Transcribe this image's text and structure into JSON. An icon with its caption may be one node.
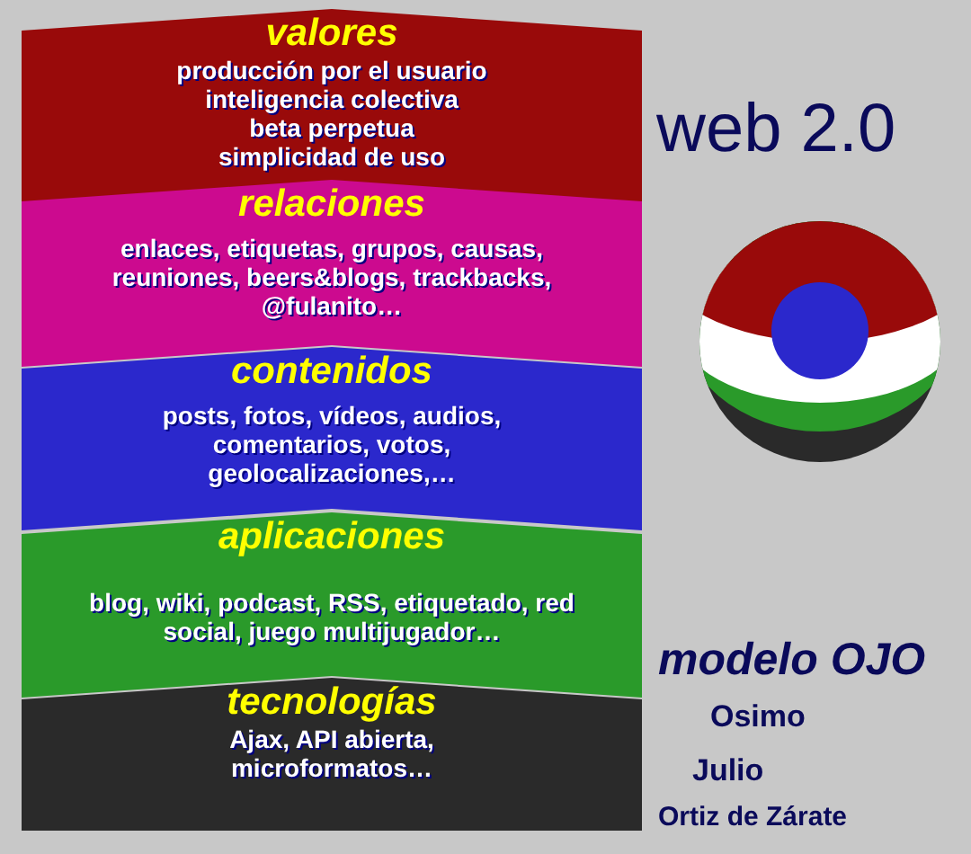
{
  "diagram": {
    "nodes": [
      {
        "text": [
          "valores",
          "producción por el usuario",
          "inteligencia colectiva",
          "beta perpetua",
          "simplicidad de uso"
        ]
      },
      {
        "text": [
          "relaciones",
          "enlaces, etiquetas, grupos, causas, reuniones, beers&blogs, trackbacks, @fulanito…"
        ]
      },
      {
        "text": [
          "contenidos",
          "posts, fotos, vídeos, audios, comentarios, votos, geolocalizaciones,…"
        ]
      },
      {
        "text": [
          "aplicaciones",
          "blog, wiki, podcast, RSS, etiquetado, red social, juego multijugador…"
        ]
      },
      {
        "text": [
          "tecnologías",
          "Ajax, API abierta, microformatos…"
        ]
      }
    ],
    "labels": [
      "web 2.0",
      "modelo OJO",
      "Osimo",
      "Julio",
      "Ortiz de Zárate"
    ]
  }
}
